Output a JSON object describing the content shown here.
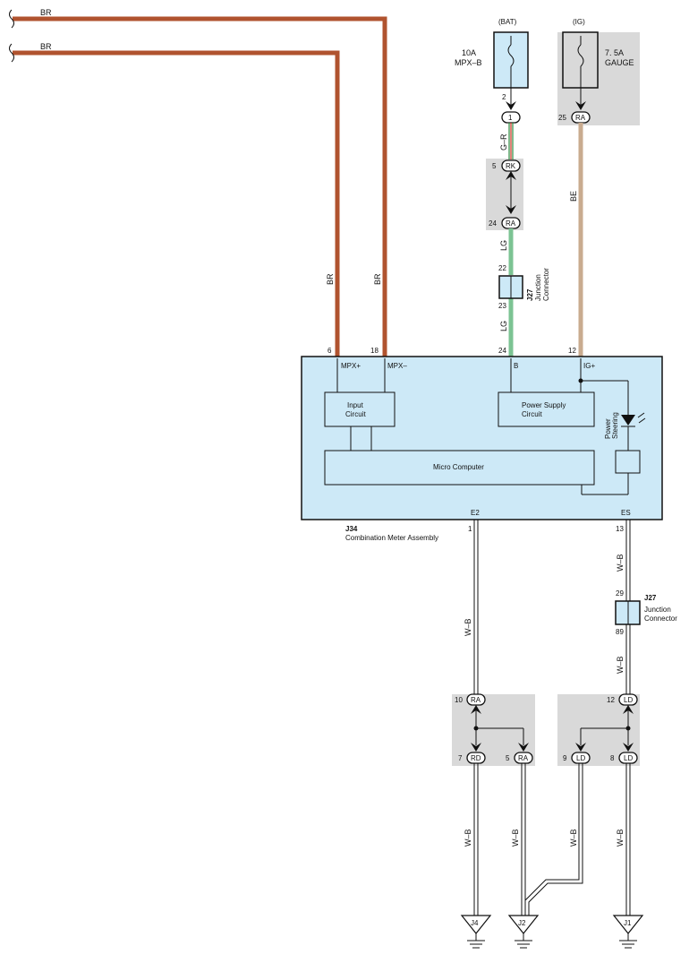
{
  "wires": {
    "br_top_label": "BR",
    "br_second_label": "BR",
    "br_vertical_left": "BR",
    "br_vertical_right": "BR",
    "g_r": "G–R",
    "lg_upper": "LG",
    "lg_lower": "LG",
    "be": "BE",
    "wb_e2_upper": "W–B",
    "wb_es_upper": "W–B",
    "wb_es_mid": "W–B",
    "wb_j4": "W–B",
    "wb_j2_left": "W–B",
    "wb_j2_right": "W–B",
    "wb_j1": "W–B"
  },
  "fuses": {
    "bat": {
      "source": "(BAT)",
      "amp": "10A",
      "name": "MPX–B",
      "pin": "2"
    },
    "ig": {
      "source": "(IG)",
      "amp": "7. 5A",
      "name": "GAUGE"
    }
  },
  "connectors": {
    "c1": {
      "code": "1"
    },
    "rk5": {
      "pin": "5",
      "code": "RK"
    },
    "ra24": {
      "pin": "24",
      "code": "RA"
    },
    "ra25": {
      "pin": "25",
      "code": "RA"
    },
    "ra10": {
      "pin": "10",
      "code": "RA"
    },
    "rd7": {
      "pin": "7",
      "code": "RD"
    },
    "ra5": {
      "pin": "5",
      "code": "RA"
    },
    "ld12": {
      "pin": "12",
      "code": "LD"
    },
    "ld9": {
      "pin": "9",
      "code": "LD"
    },
    "ld8": {
      "pin": "8",
      "code": "LD"
    }
  },
  "junction_top": {
    "pin_in": "22",
    "pin_out": "23",
    "id": "J27",
    "line1": "Junction",
    "line2": "Connector"
  },
  "junction_right": {
    "pin_in": "29",
    "pin_out": "89",
    "id": "J27",
    "line1": "Junction",
    "line2": "Connector"
  },
  "meter": {
    "id": "J34",
    "name": "Combination Meter Assembly",
    "pins": {
      "mpx_plus": "6",
      "mpx_minus": "18",
      "b": "24",
      "ig": "12",
      "e2": "1",
      "es": "13"
    },
    "terminals": {
      "mpx_plus": "MPX+",
      "mpx_minus": "MPX–",
      "b": "B",
      "ig": "IG+",
      "e2": "E2",
      "es": "ES"
    },
    "input_circuit": [
      "Input",
      "Circuit"
    ],
    "power_supply": [
      "Power Supply",
      "Circuit"
    ],
    "micro": "Micro Computer",
    "power_steering": [
      "Power",
      "Steering"
    ]
  },
  "grounds": {
    "j4": "J4",
    "j2": "J2",
    "j1": "J1"
  },
  "colors": {
    "br": "#b0532f",
    "lg": "#7cc393",
    "be": "#c9ab8f",
    "fill": "#cde9f7",
    "gray": "#d9d9d9"
  }
}
